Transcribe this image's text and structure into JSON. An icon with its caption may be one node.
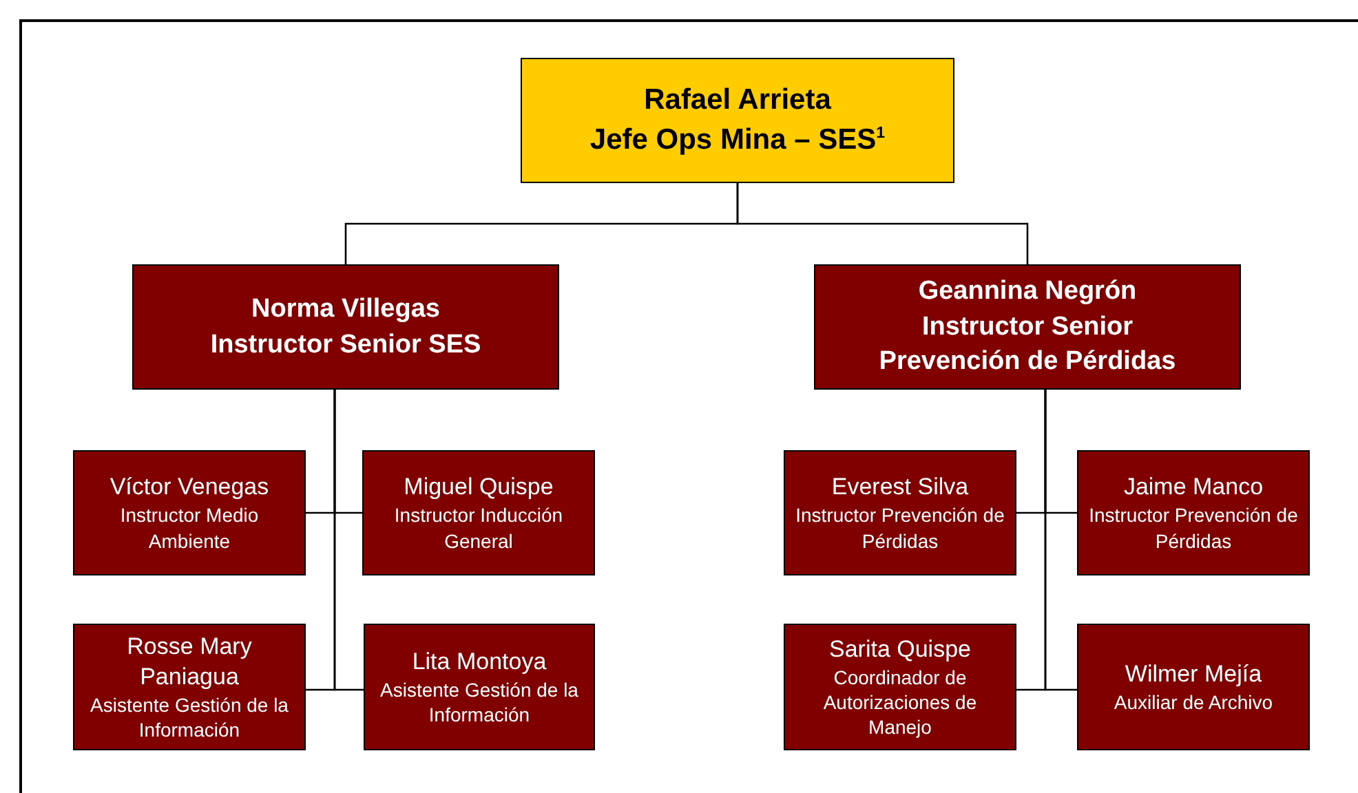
{
  "diagram": {
    "nodes": [
      {
        "text": [
          "Rafael Arrieta",
          "Jefe Ops Mina – SES$^{1}$"
        ]
      },
      {
        "text": [
          "Norma Villegas",
          "Instructor Senior SES"
        ]
      },
      {
        "text": [
          "Geannina Negrón",
          "Instructor Senior",
          "Prevención de Pérdidas"
        ]
      },
      {
        "text": [
          "Víctor Venegas",
          "Instructor Medio Ambiente"
        ]
      },
      {
        "text": [
          "Miguel Quispe",
          "Instructor Inducción General"
        ]
      },
      {
        "text": [
          "Rosse Mary Paniagua",
          "Asistente Gestión de la Información"
        ]
      },
      {
        "text": [
          "Lita Montoya",
          "Asistente Gestión de la Información"
        ]
      },
      {
        "text": [
          "Everest Silva",
          "Instructor Prevención de Pérdidas"
        ]
      },
      {
        "text": [
          "Jaime Manco",
          "Instructor Prevención de Pérdidas"
        ]
      },
      {
        "text": [
          "Sarita Quispe",
          "Coordinador de Autorizaciones de Manejo"
        ]
      },
      {
        "text": [
          "Wilmer Mejía",
          "Auxiliar de Archivo"
        ]
      }
    ],
    "edges": [
      {
        "from": 0,
        "to": 1,
        "arrow": "none"
      },
      {
        "from": 0,
        "to": 2,
        "arrow": "none"
      },
      {
        "from": 1,
        "to": 3,
        "arrow": "none"
      },
      {
        "from": 1,
        "to": 4,
        "arrow": "none"
      },
      {
        "from": 1,
        "to": 5,
        "arrow": "none"
      },
      {
        "from": 1,
        "to": 6,
        "arrow": "none"
      },
      {
        "from": 2,
        "to": 7,
        "arrow": "none"
      },
      {
        "from": 2,
        "to": 8,
        "arrow": "none"
      },
      {
        "from": 2,
        "to": 9,
        "arrow": "none"
      },
      {
        "from": 2,
        "to": 10,
        "arrow": "none"
      }
    ]
  }
}
